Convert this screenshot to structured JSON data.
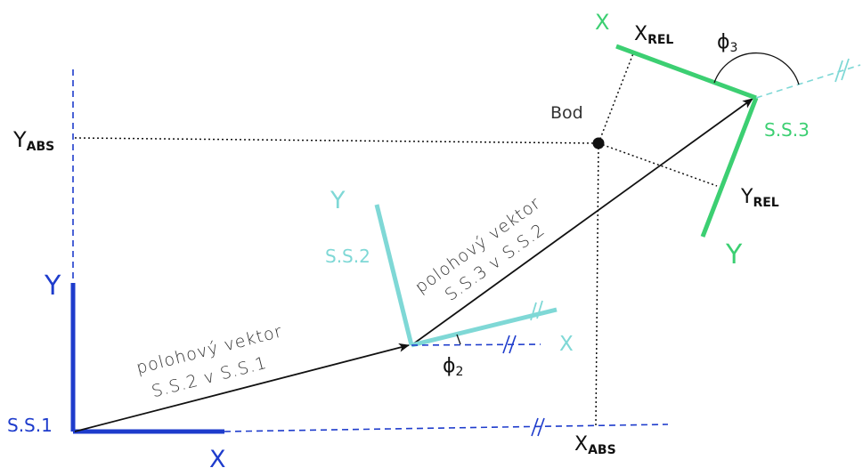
{
  "colors": {
    "ss1": "#1e3ccc",
    "ss2": "#7fd8d6",
    "ss3": "#3ccf72",
    "vector": "#111111",
    "guide": "#111111",
    "angle": "#111111"
  },
  "ss1": {
    "name": "S.S.1",
    "x_label": "X",
    "y_label": "Y"
  },
  "ss2": {
    "name": "S.S.2",
    "x_label": "X",
    "y_label": "Y"
  },
  "ss3": {
    "name": "S.S.3",
    "x_label": "X",
    "y_label": "Y"
  },
  "point": {
    "name": "Bod"
  },
  "axes": {
    "x_abs": {
      "main": "X",
      "sub": "ABS"
    },
    "y_abs": {
      "main": "Y",
      "sub": "ABS"
    },
    "x_rel": {
      "main": "X",
      "sub": "REL"
    },
    "y_rel": {
      "main": "Y",
      "sub": "REL"
    }
  },
  "vectors": {
    "v1_line1": "polohový vektor",
    "v1_line2": "S.S.2 v S.S.1",
    "v2_line1": "polohový vektor",
    "v2_line2": "S.S.3 v S.S.2"
  },
  "angles": {
    "phi2": {
      "main": "ϕ",
      "sub": "2"
    },
    "phi3": {
      "main": "ϕ",
      "sub": "3"
    }
  },
  "parallel_mark": "//"
}
